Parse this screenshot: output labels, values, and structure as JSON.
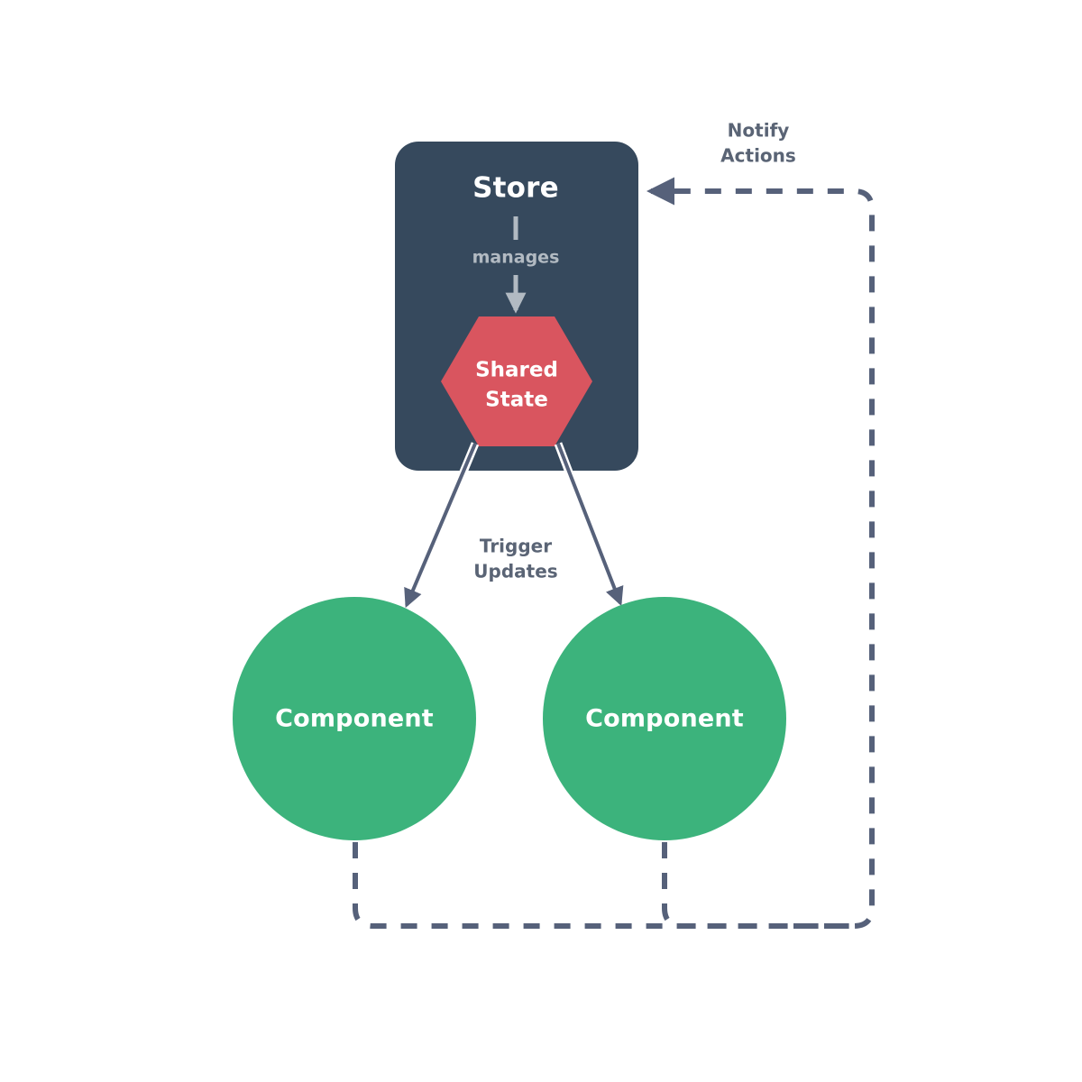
{
  "diagram": {
    "title": "Store / Shared State / Component flow diagram",
    "background": "#ffffff",
    "colors": {
      "store_fill": "#36495d",
      "shared_state_fill": "#d9555f",
      "component_fill": "#3cb37c",
      "edge_stroke": "#56617a",
      "manages_stroke": "#b2bac2",
      "label_text": "#5a6475",
      "node_text": "#ffffff"
    },
    "nodes": {
      "store": {
        "label": "Store",
        "shape": "rounded-rect"
      },
      "shared_state": {
        "label_line1": "Shared",
        "label_line2": "State",
        "shape": "hexagon"
      },
      "component_left": {
        "label": "Component",
        "shape": "circle"
      },
      "component_right": {
        "label": "Component",
        "shape": "circle"
      }
    },
    "edges": {
      "manages": {
        "label": "manages",
        "from": "store",
        "to": "shared_state",
        "style": "solid-arrow"
      },
      "trigger_updates": {
        "label_line1": "Trigger",
        "label_line2": "Updates",
        "from": "shared_state",
        "to": "components",
        "style": "solid-arrow"
      },
      "notify_actions": {
        "label_line1": "Notify",
        "label_line2": "Actions",
        "from": "components",
        "to": "store",
        "style": "dashed-arrow"
      }
    }
  }
}
